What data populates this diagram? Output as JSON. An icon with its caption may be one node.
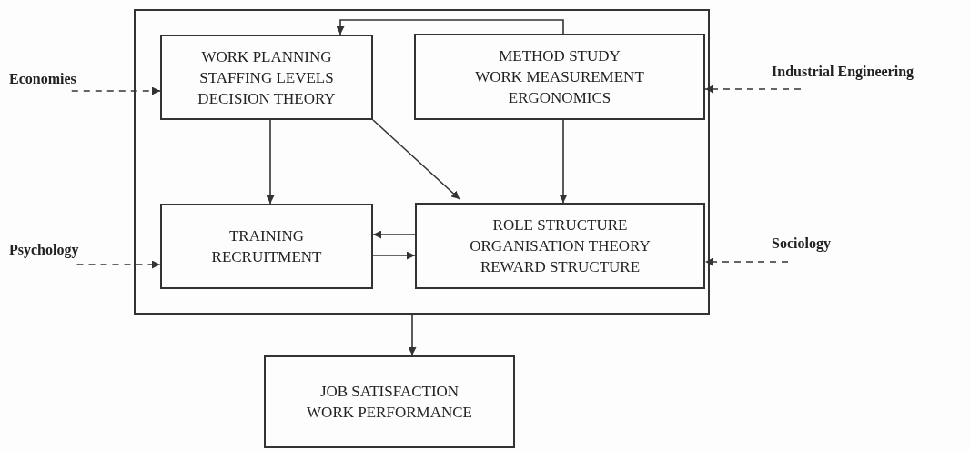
{
  "diagram": {
    "nodes": [
      {
        "text": [],
        "shape": "box"
      },
      {
        "text": [
          "WORK PLANNING",
          "STAFFING LEVELS",
          "DECISION THEORY"
        ],
        "in": 0
      },
      {
        "text": [
          "METHOD STUDY",
          "WORK MEASUREMENT",
          "ERGONOMICS"
        ],
        "in": 0
      },
      {
        "text": [
          "TRAINING",
          "RECRUITMENT"
        ],
        "in": 0
      },
      {
        "text": [
          "ROLE STRUCTURE",
          "ORGANISATION THEORY",
          "REWARD STRUCTURE"
        ],
        "in": 0
      },
      {
        "text": [
          "JOB SATISFACTION",
          "WORK PERFORMANCE"
        ]
      },
      {
        "text": [
          "Economies"
        ]
      },
      {
        "text": [
          "Industrial Engineering"
        ]
      },
      {
        "text": [
          "Psychology"
        ]
      },
      {
        "text": [
          "Sociology"
        ]
      }
    ],
    "edges": [
      {
        "from": 2,
        "to": 1,
        "arrow": "to"
      },
      {
        "from": 1,
        "to": 3,
        "arrow": "to"
      },
      {
        "from": 1,
        "to": 4,
        "arrow": "to"
      },
      {
        "from": 2,
        "to": 4,
        "arrow": "to"
      },
      {
        "from": 4,
        "to": 3,
        "arrow": "to"
      },
      {
        "from": 3,
        "to": 4,
        "arrow": "to"
      },
      {
        "from": 0,
        "to": 5,
        "arrow": "to"
      },
      {
        "from": 6,
        "to": 1,
        "arrow": "to",
        "style": "dashed"
      },
      {
        "from": 7,
        "to": 2,
        "arrow": "to",
        "style": "dashed"
      },
      {
        "from": 8,
        "to": 3,
        "arrow": "to",
        "style": "dashed"
      },
      {
        "from": 9,
        "to": 4,
        "arrow": "to",
        "style": "dashed"
      }
    ]
  }
}
